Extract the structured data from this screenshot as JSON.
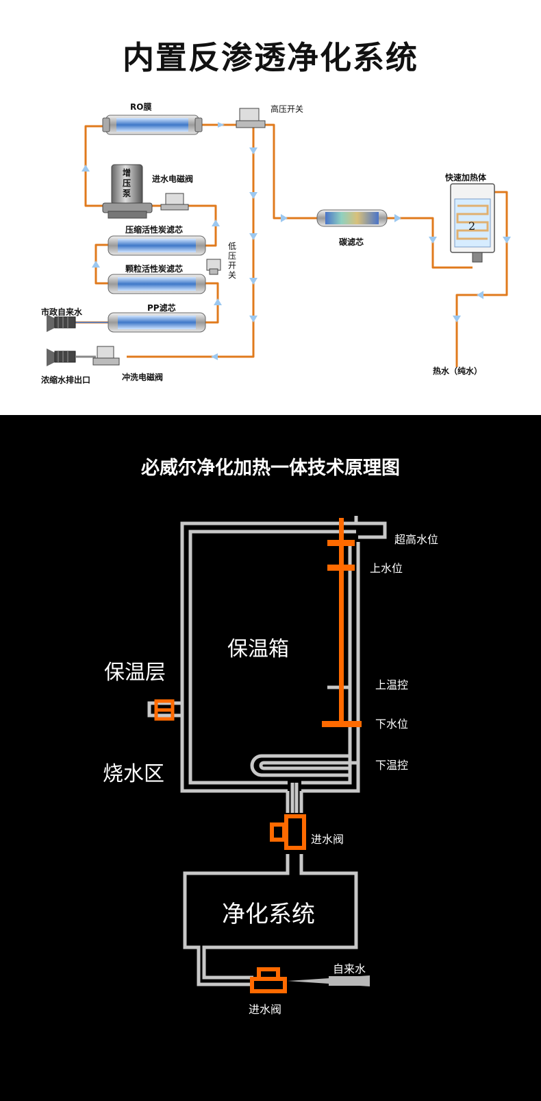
{
  "top": {
    "title": "内置反渗透净化系统",
    "labels": {
      "ro_membrane": "RO膜",
      "high_pressure_switch": "高压开关",
      "booster_pump": "增压泵",
      "inlet_valve": "进水电磁阀",
      "compressed_carbon": "压缩活性炭滤芯",
      "low_pressure_switch": "低压开关",
      "granular_carbon": "颗粒活性炭滤芯",
      "municipal_water": "市政自来水",
      "pp_filter": "PP滤芯",
      "concentrate_outlet": "浓缩水排出口",
      "flush_valve": "冲洗电磁阀",
      "carbon_filter": "碳滤芯",
      "fast_heater": "快速加热体",
      "heater_number": "2",
      "hot_water": "热水（纯水）"
    }
  },
  "bottom": {
    "title": "必威尔净化加热一体技术原理图",
    "labels": {
      "super_high_level": "超高水位",
      "upper_level": "上水位",
      "insulated_tank": "保温箱",
      "insulation_layer": "保温层",
      "upper_temp_control": "上温控",
      "lower_level": "下水位",
      "heating_zone": "烧水区",
      "lower_temp_control": "下温控",
      "inlet_valve_1": "进水阀",
      "purification_system": "净化系统",
      "tap_water": "自来水",
      "inlet_valve_2": "进水阀"
    }
  },
  "colors": {
    "pipe_orange": "#e07a1c",
    "flow_arrow": "#9cc8f0",
    "dark_bg": "#000000",
    "diagram_line": "#c8c8c8",
    "accent_orange": "#ff6a00"
  }
}
